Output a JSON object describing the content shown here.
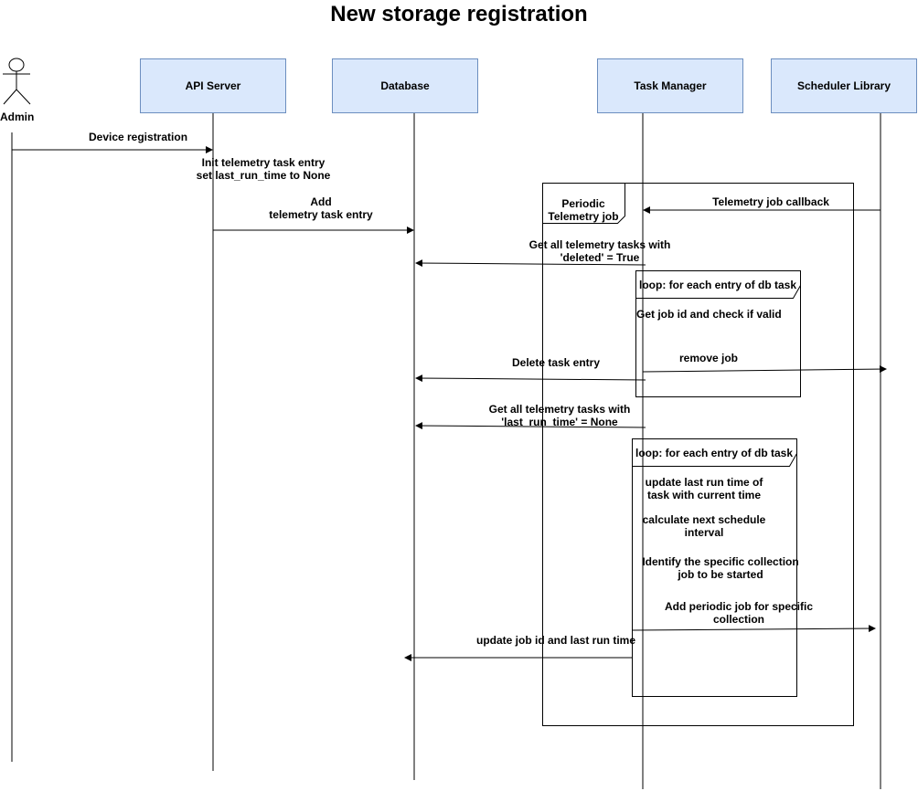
{
  "title": "New storage registration",
  "actor": {
    "label": "Admin"
  },
  "participants": [
    {
      "label": "API Server"
    },
    {
      "label": "Database"
    },
    {
      "label": "Task Manager"
    },
    {
      "label": "Scheduler Library"
    }
  ],
  "frames": {
    "periodic": {
      "label_line1": "Periodic",
      "label_line2": "Telemetry job"
    },
    "loop1": {
      "label": "loop: for each entry of db task"
    },
    "loop2": {
      "label": "loop: for each entry of db task"
    }
  },
  "messages": {
    "device_registration": "Device registration",
    "init_entry_1": "Init telemetry task entry",
    "init_entry_2": "set last_run_time to None",
    "add_entry_1": "Add",
    "add_entry_2": "telemetry task entry",
    "callback": "Telemetry job callback",
    "get_deleted_1": "Get all telemetry tasks with",
    "get_deleted_2": "'deleted' = True",
    "get_job_id": "Get job id and check if valid",
    "remove_job": "remove job",
    "delete_task": "Delete task entry",
    "get_none_1": "Get all telemetry tasks with",
    "get_none_2": "'last_run_time' = None",
    "update_time_1": "update last run time of",
    "update_time_2": "task with current time",
    "calc_1": "calculate next schedule",
    "calc_2": "interval",
    "identify_1": "Identify the specific collection",
    "identify_2": "job to be started",
    "add_periodic_1": "Add periodic job for specific",
    "add_periodic_2": "collection",
    "update_job": "update job id and last run time"
  }
}
